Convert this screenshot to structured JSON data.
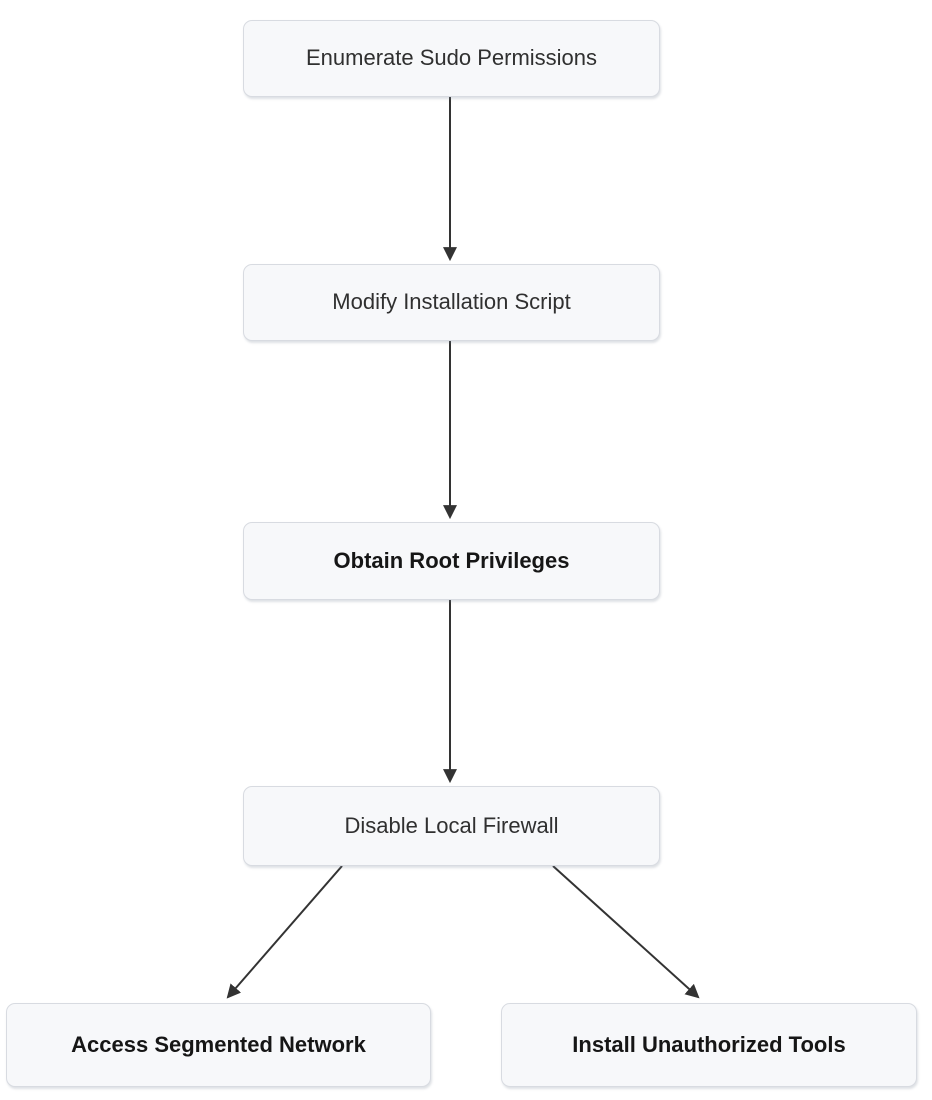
{
  "diagram": {
    "type": "flowchart",
    "direction": "top-down",
    "nodes": [
      {
        "id": "enumerate-sudo-permissions",
        "label": "Enumerate Sudo Permissions",
        "emphasis": "normal"
      },
      {
        "id": "modify-installation-script",
        "label": "Modify Installation Script",
        "emphasis": "normal"
      },
      {
        "id": "obtain-root-privileges",
        "label": "Obtain Root Privileges",
        "emphasis": "bold"
      },
      {
        "id": "disable-local-firewall",
        "label": "Disable Local Firewall",
        "emphasis": "normal"
      },
      {
        "id": "access-segmented-network",
        "label": "Access Segmented Network",
        "emphasis": "bold"
      },
      {
        "id": "install-unauthorized-tools",
        "label": "Install Unauthorized Tools",
        "emphasis": "bold"
      }
    ],
    "edges": [
      {
        "from": "enumerate-sudo-permissions",
        "to": "modify-installation-script"
      },
      {
        "from": "modify-installation-script",
        "to": "obtain-root-privileges"
      },
      {
        "from": "obtain-root-privileges",
        "to": "disable-local-firewall"
      },
      {
        "from": "disable-local-firewall",
        "to": "access-segmented-network"
      },
      {
        "from": "disable-local-firewall",
        "to": "install-unauthorized-tools"
      }
    ],
    "colors": {
      "background": "#ffffff",
      "node_fill": "#f7f8fa",
      "node_border": "#d8dbe1",
      "text": "#303030",
      "text_bold": "#161616",
      "arrow": "#333333"
    }
  }
}
